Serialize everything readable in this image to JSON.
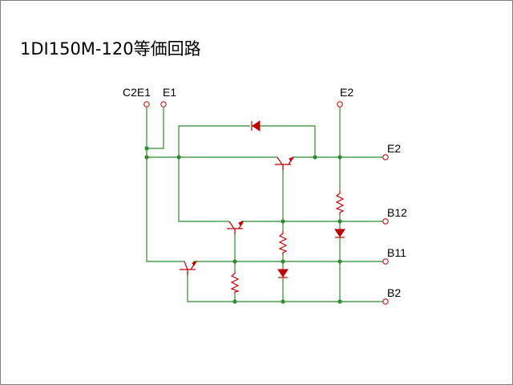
{
  "title": "1DI150M-120等価回路",
  "terminals": {
    "c2e1": "C2E1",
    "e1": "E1",
    "e2_top": "E2",
    "e2_right": "E2",
    "b12": "B12",
    "b11": "B11",
    "b2": "B2"
  },
  "colors": {
    "wire": "#2e8b2e",
    "component": "#c00000",
    "border": "#7f7f7f"
  }
}
